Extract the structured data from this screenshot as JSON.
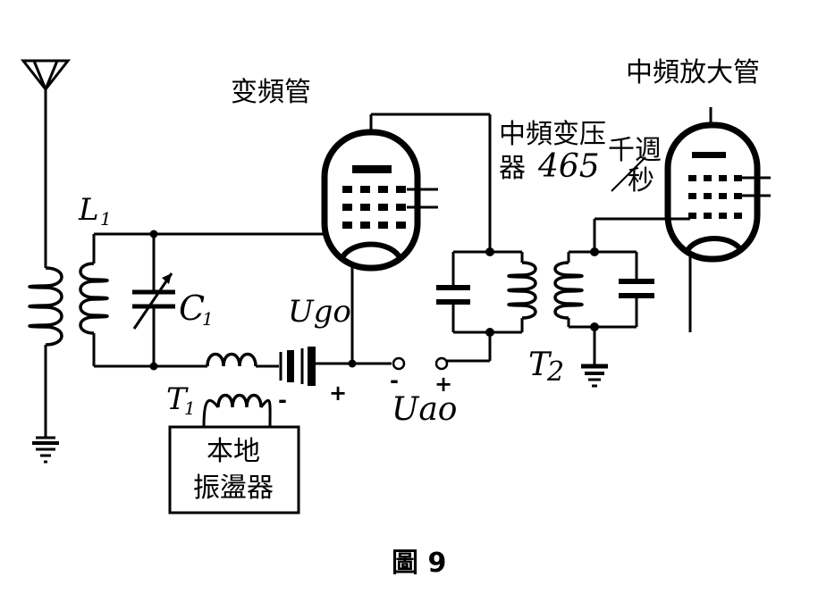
{
  "labels": {
    "mixer_tube": "变頻管",
    "if_amp_tube": "中頻放大管",
    "if_transformer": "中頻变压",
    "if_transformer_line2": "器",
    "if_freq_value": "465",
    "if_freq_unit_top": "千週",
    "if_freq_unit_bottom": "秒",
    "l1": "L",
    "l1_sub": "1",
    "c1": "C",
    "c1_sub": "1",
    "t1": "T",
    "t1_sub": "1",
    "t2": "T",
    "t2_sub": "2",
    "ugo": "Ugo",
    "uao": "Uao",
    "minus_t1": "-",
    "plus_battery": "+",
    "minus_uao": "-",
    "plus_uao": "+",
    "oscillator_line1": "本地",
    "oscillator_line2": "振盪器",
    "caption": "圖 9"
  }
}
